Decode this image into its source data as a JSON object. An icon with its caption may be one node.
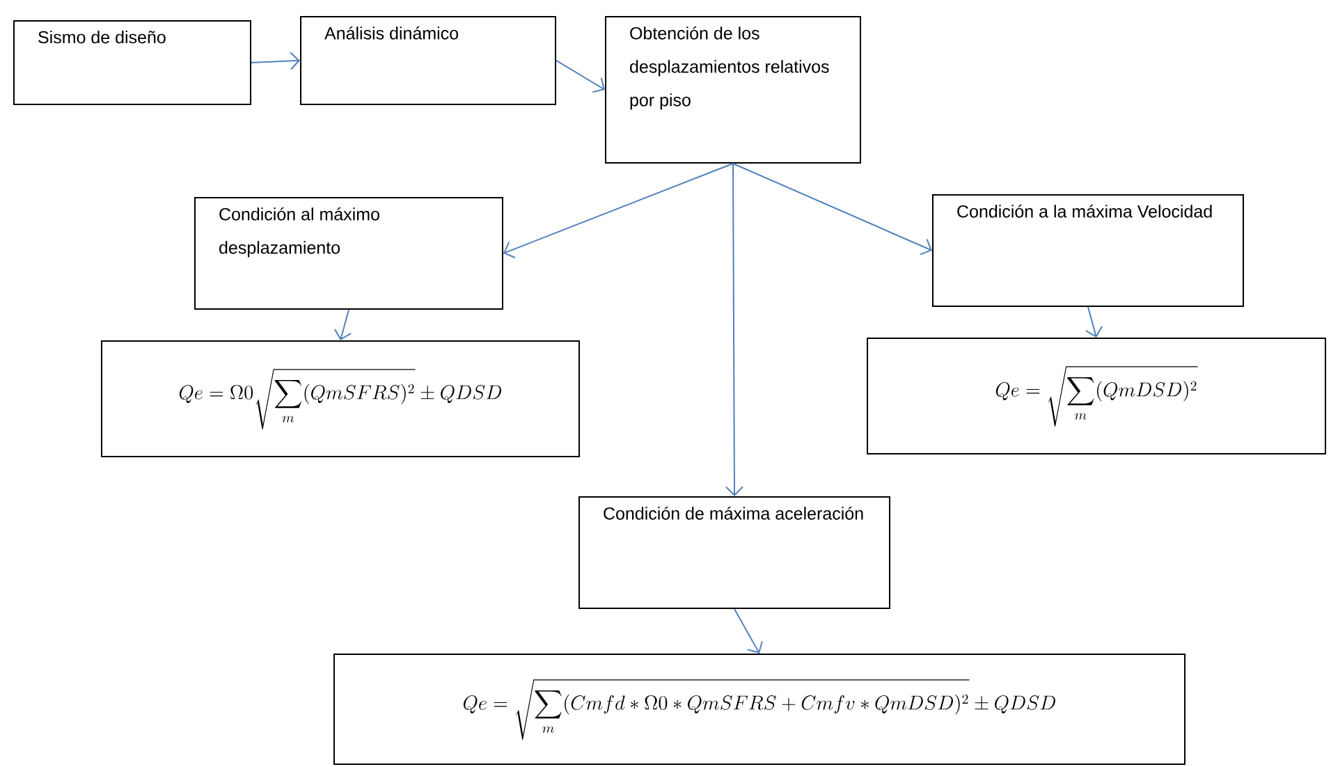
{
  "diagram": {
    "nodes": [
      {
        "text": [
          "Sismo de diseño"
        ]
      },
      {
        "text": [
          "Análisis dinámico"
        ]
      },
      {
        "text": [
          "Obtención de los desplazamientos relativos por piso"
        ]
      },
      {
        "text": [
          "Condición al máximo desplazamiento"
        ]
      },
      {
        "text": [
          "Qe = \\Omega 0 \\sqrt{\\sum_{m} (QmSFRS)^{2}} \\pm QDSD"
        ]
      },
      {
        "text": [
          "Condición a la máxima Velocidad"
        ]
      },
      {
        "text": [
          "Qe = \\sqrt{\\sum_{m} (QmDSD)^{2}}"
        ]
      },
      {
        "text": [
          "Condición de máxima aceleración"
        ]
      },
      {
        "text": [
          "Qe = \\sqrt{\\sum_{m} (Cmfd * \\Omega 0 * QmSFRS + Cmfv * QmDSD)^{2}} \\pm QDSD"
        ]
      }
    ],
    "edges": [
      {
        "from": 0,
        "to": 1,
        "arrow": "to"
      },
      {
        "from": 1,
        "to": 2,
        "arrow": "to"
      },
      {
        "from": 2,
        "to": 3,
        "arrow": "to"
      },
      {
        "from": 2,
        "to": 5,
        "arrow": "to"
      },
      {
        "from": 2,
        "to": 7,
        "arrow": "to"
      },
      {
        "from": 3,
        "to": 4,
        "arrow": "to"
      },
      {
        "from": 5,
        "to": 6,
        "arrow": "to"
      },
      {
        "from": 7,
        "to": 8,
        "arrow": "to"
      }
    ]
  }
}
